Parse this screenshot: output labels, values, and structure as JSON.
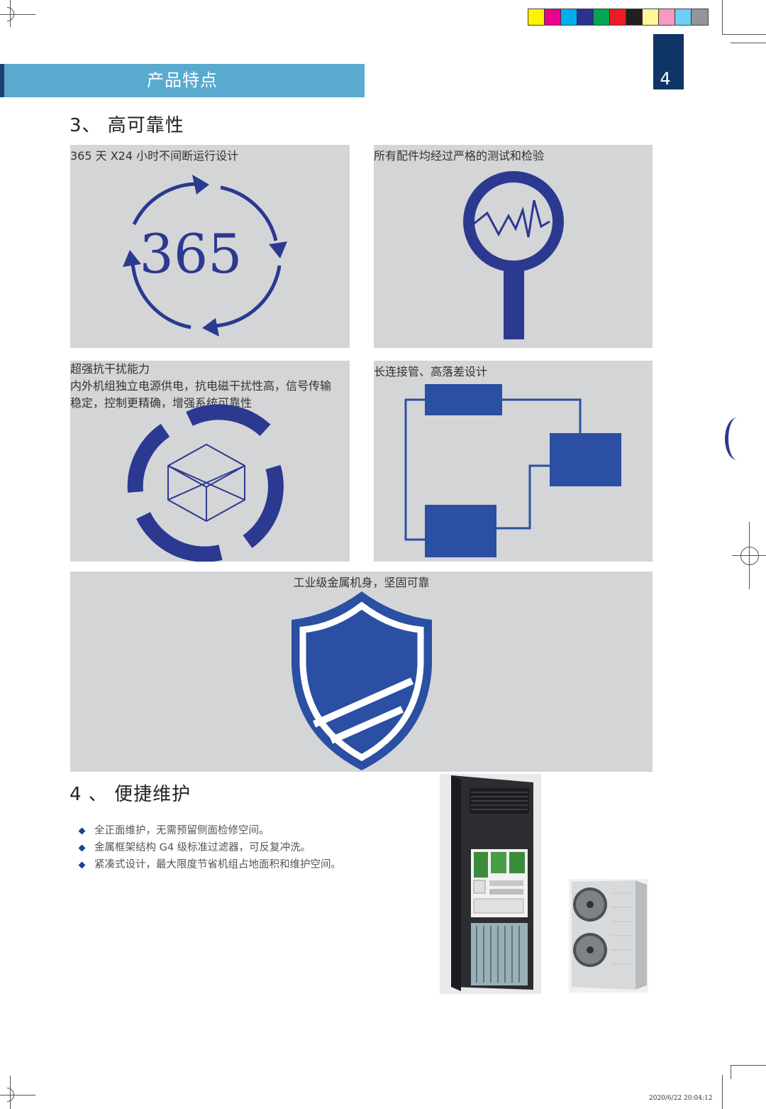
{
  "colors": {
    "header_band": "#5aaacf",
    "page_number_block": "#0f3566",
    "panel_bg": "#d4d5d7",
    "icon_navy": "#2b3990",
    "icon_blue": "#2a4fa3"
  },
  "color_bar": [
    "#fff200",
    "#ec008c",
    "#00aeef",
    "#2e3192",
    "#00a651",
    "#ed1c24",
    "#231f20",
    "#fff799",
    "#f49ac1",
    "#6dcff6",
    "#939598"
  ],
  "header": {
    "title": "产品特点",
    "page_number": "4"
  },
  "section3": {
    "title": "3、  高可靠性",
    "panels": {
      "uptime": {
        "caption": "365 天 X24 小时不间断运行设计",
        "icon_text": "365",
        "icon": "cycle-arrows-icon"
      },
      "testing": {
        "caption": "所有配件均经过严格的测试和检验",
        "icon": "magnifier-waveform-icon"
      },
      "interference": {
        "caption_lines": [
          "超强抗干扰能力",
          "内外机组独立电源供电，抗电磁干扰性高，信号传输",
          "稳定，控制更精确，增强系统可靠性"
        ],
        "icon": "shield-ring-cube-icon"
      },
      "piping": {
        "caption": "长连接管、高落差设计",
        "icon": "connected-blocks-icon"
      },
      "metal_body": {
        "caption": "工业级金属机身，坚固可靠",
        "icon": "shield-icon"
      }
    }
  },
  "section4": {
    "title": "4 、  便捷维护",
    "bullets": [
      "全正面维护，无需预留侧面检修空间。",
      "金属框架结构 G4 级标准过滤器，可反复冲洗。",
      "紧凑式设计，最大限度节省机组占地面积和维护空间。"
    ],
    "images": {
      "indoor_unit": "indoor-cabinet-unit-image",
      "outdoor_unit": "outdoor-condenser-unit-image"
    }
  },
  "timestamp": "2020/6/22  20:04:12"
}
